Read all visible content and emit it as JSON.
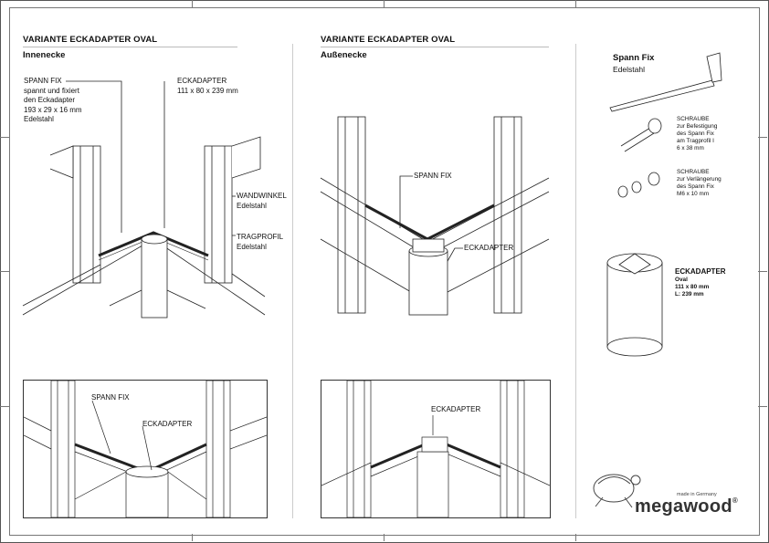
{
  "left_section": {
    "title": "VARIANTE ECKADAPTER OVAL",
    "subtitle": "Innenecke",
    "labels": {
      "spann_fix": [
        "SPANN FIX",
        "spannt und fixiert",
        "den Eckadapter",
        "193 x 29 x 16 mm",
        "Edelstahl"
      ],
      "eckadapter": [
        "ECKADAPTER",
        "111 x 80 x 239 mm"
      ],
      "wandwinkel": [
        "WANDWINKEL",
        "Edelstahl"
      ],
      "tragprofil": [
        "TRAGPROFIL",
        "Edelstahl"
      ]
    },
    "detail_labels": {
      "spann_fix": "SPANN FIX",
      "eckadapter": "ECKADAPTER"
    }
  },
  "middle_section": {
    "title": "VARIANTE ECKADAPTER OVAL",
    "subtitle": "Außenecke",
    "labels": {
      "spann_fix": "SPANN FIX",
      "eckadapter": "ECKADAPTER"
    },
    "detail_labels": {
      "eckadapter": "ECKADAPTER"
    }
  },
  "right_section": {
    "title": "Spann Fix",
    "material": "Edelstahl",
    "schraube_1": [
      "SCHRAUBE",
      "zur Befestigung",
      "des Spann Fix",
      "am Tragprofil I",
      "6 x 38 mm"
    ],
    "schraube_2": [
      "SCHRAUBE",
      "zur Verlängerung",
      "des Spann Fix",
      "M6 x 10 mm"
    ],
    "eckadapter": [
      "ECKADAPTER",
      "Oval",
      "111 x 80 mm",
      "L: 239 mm"
    ]
  },
  "brand": {
    "made_in": "made in Germany",
    "name": "megawood",
    "registered": "®"
  },
  "colors": {
    "line": "#222222",
    "frame": "#555555",
    "rule": "#bbbbbb"
  }
}
